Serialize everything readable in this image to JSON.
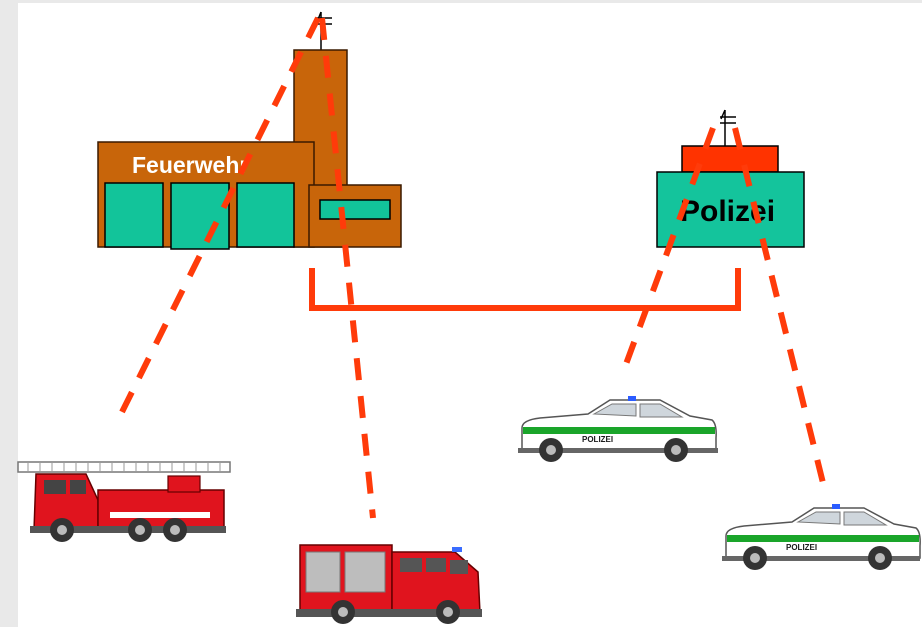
{
  "fire_station": {
    "label": "Feuerwehr"
  },
  "police_station": {
    "label": "Polizei"
  },
  "police_car_1": {
    "label": "POLIZEI"
  },
  "police_car_2": {
    "label": "POLIZEI"
  },
  "colors": {
    "fire_building": "#c8650a",
    "fire_building_stroke": "#3a1a00",
    "fire_doors": "#12c49a",
    "police_building": "#14c49c",
    "police_roof": "#ff3300",
    "radio_link": "#ff3b0a",
    "wired_link": "#ff3b0a",
    "fire_truck_red": "#e0141e",
    "police_car_green": "#1aa52a"
  },
  "icons": [
    "antenna-icon",
    "fire-ladder-truck-icon",
    "fire-engine-icon",
    "police-car-icon"
  ]
}
